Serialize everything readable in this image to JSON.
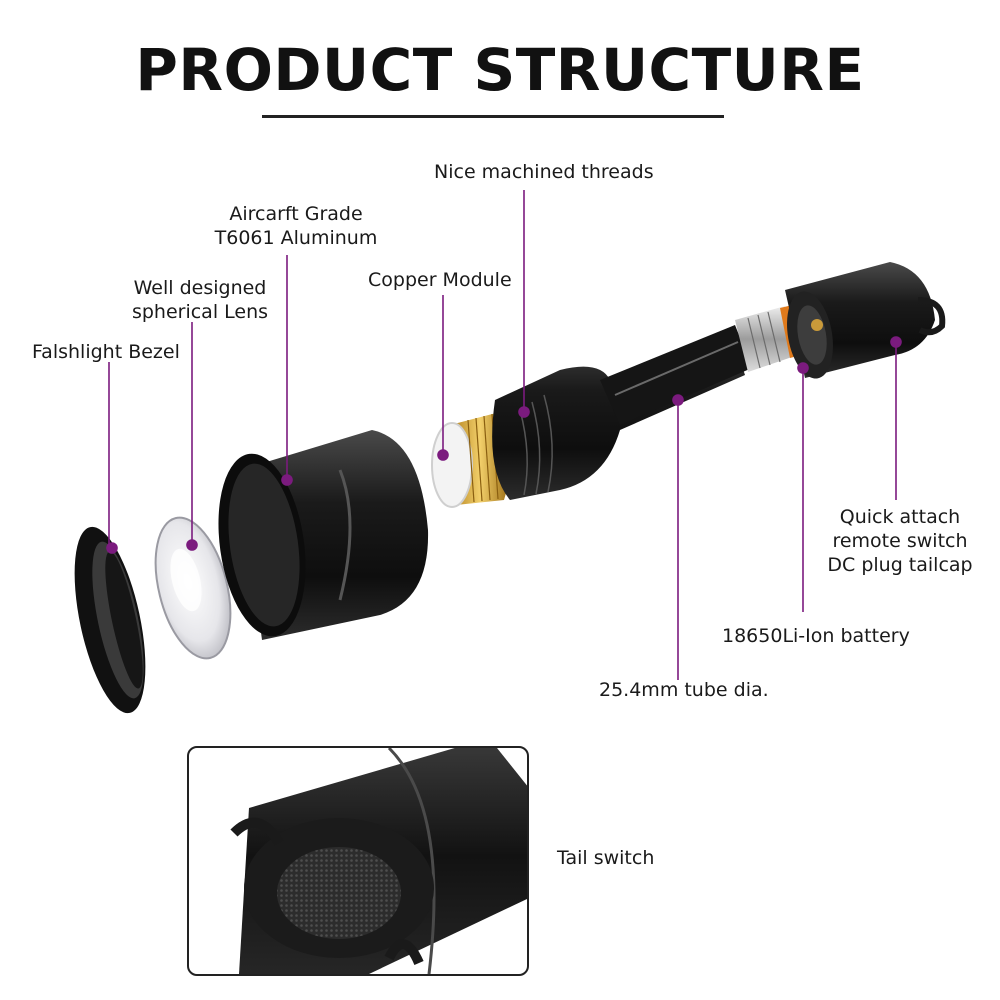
{
  "title": "PRODUCT STRUCTURE",
  "labels": {
    "bezel": "Falshlight Bezel",
    "lens_line1": "Well designed",
    "lens_line2": "spherical Lens",
    "aluminum_line1": "Aircarft Grade",
    "aluminum_line2": "T6061 Aluminum",
    "copper": "Copper Module",
    "threads": "Nice machined threads",
    "tube": "25.4mm tube dia.",
    "battery": "18650Li-Ion battery",
    "tailcap_line1": "Quick attach",
    "tailcap_line2": "remote switch",
    "tailcap_line3": "DC plug tailcap",
    "tail_switch": "Tail switch"
  },
  "colors": {
    "callout": "#7b1b7e",
    "body": "#1b1b1b",
    "brass": "#d4a437"
  }
}
